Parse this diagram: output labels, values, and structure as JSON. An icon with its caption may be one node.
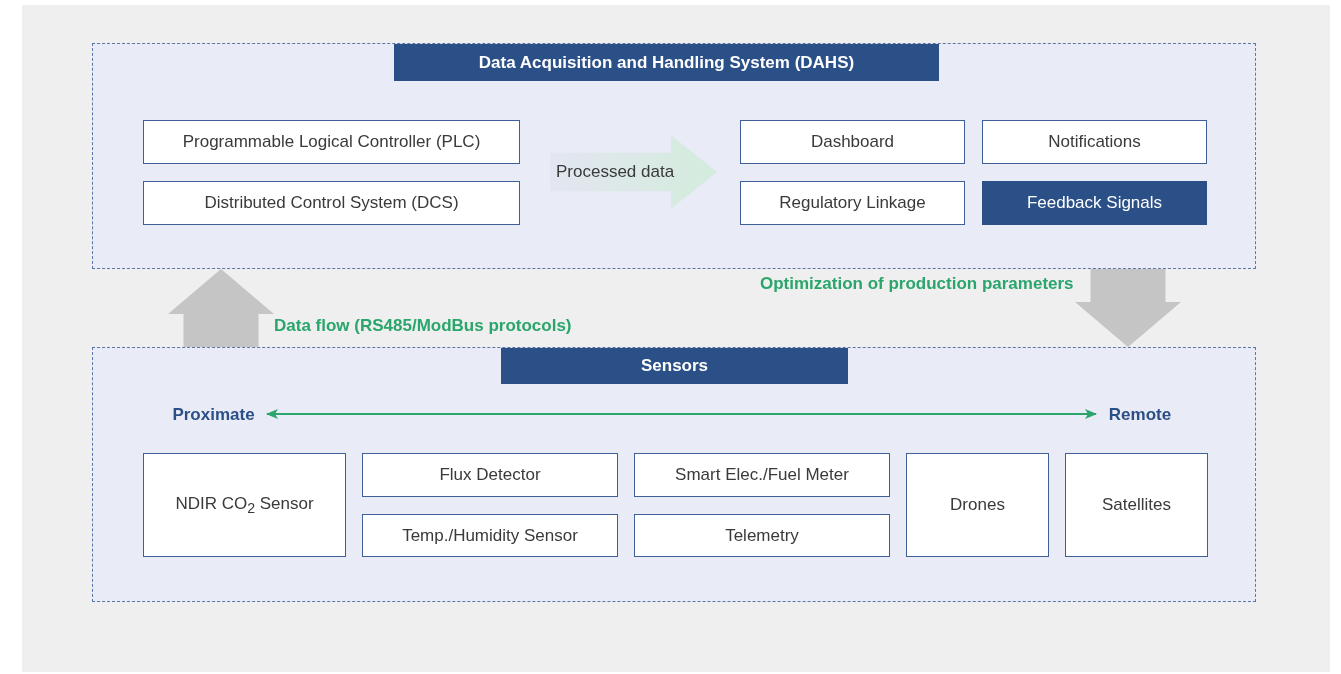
{
  "diagram": {
    "nodes": [
      {
        "text": [
          "Data Acquisition and Handling System (DAHS)"
        ]
      },
      {
        "text": [
          "Programmable Logical Controller (PLC)"
        ],
        "in": 0
      },
      {
        "text": [
          "Distributed Control System (DCS)"
        ],
        "in": 0
      },
      {
        "text": [
          "Processed data"
        ],
        "in": 0
      },
      {
        "text": [
          "Dashboard"
        ],
        "in": 0
      },
      {
        "text": [
          "Notifications"
        ],
        "in": 0
      },
      {
        "text": [
          "Regulatory Linkage"
        ],
        "in": 0
      },
      {
        "text": [
          "Feedback Signals"
        ],
        "in": 0
      },
      {
        "text": [
          "Sensors"
        ]
      },
      {
        "text": [
          "Proximate"
        ],
        "in": 8
      },
      {
        "text": [
          "Remote"
        ],
        "in": 8
      },
      {
        "text": [
          "NDIR CO$_{2}$ Sensor"
        ],
        "in": 8
      },
      {
        "text": [
          "Flux Detector"
        ],
        "in": 8
      },
      {
        "text": [
          "Smart Elec./Fuel Meter"
        ],
        "in": 8
      },
      {
        "text": [
          "Drones"
        ],
        "in": 8
      },
      {
        "text": [
          "Satellites"
        ],
        "in": 8
      },
      {
        "text": [
          "Temp./Humidity Sensor"
        ],
        "in": 8
      },
      {
        "text": [
          "Telemetry"
        ],
        "in": 8
      }
    ],
    "edges": [
      {
        "from": 8,
        "to": 0,
        "arrow": "to",
        "label": "Data flow (RS485/ModBus protocols)"
      },
      {
        "from": 0,
        "to": 8,
        "arrow": "to",
        "label": "Optimization of production parameters"
      },
      {
        "from": 9,
        "to": 10,
        "arrow": "both",
        "color": "#2aa56b"
      }
    ]
  }
}
